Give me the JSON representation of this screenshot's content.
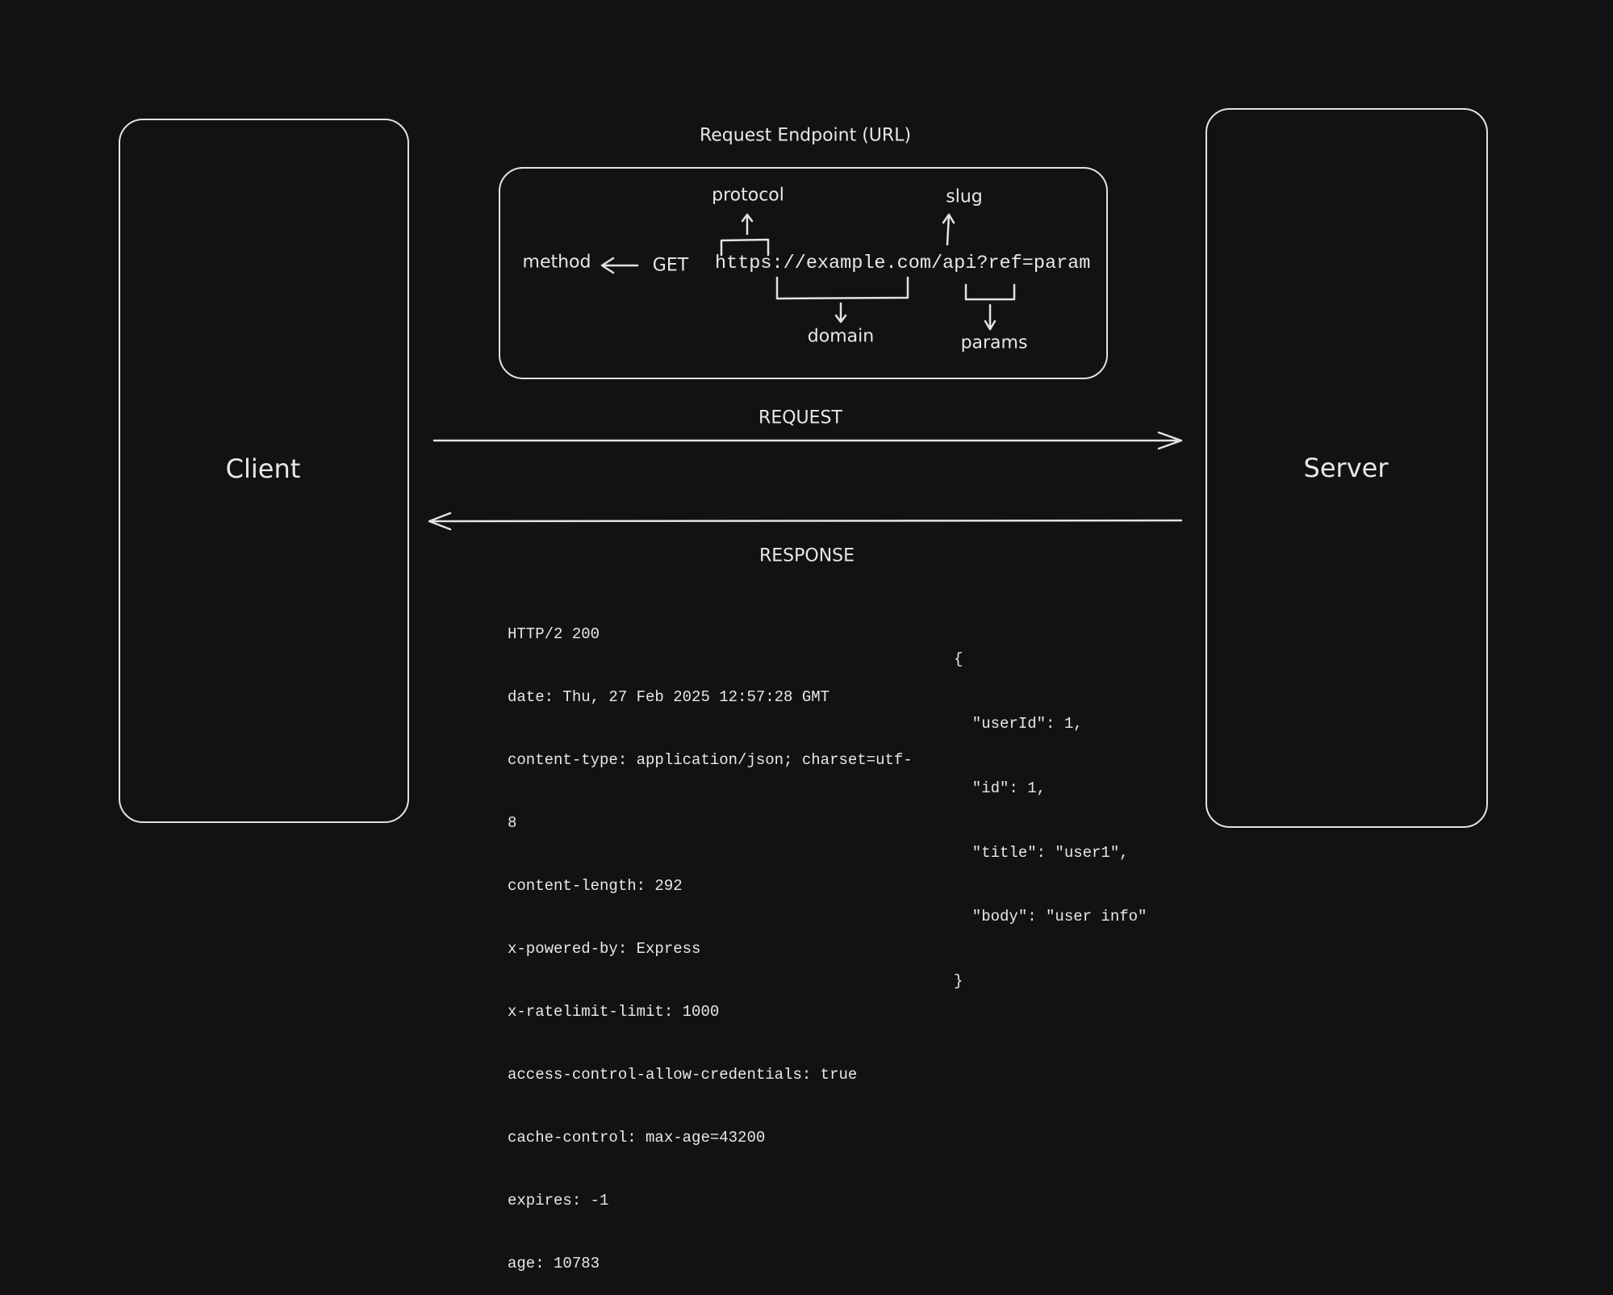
{
  "client": {
    "label": "Client"
  },
  "server": {
    "label": "Server"
  },
  "endpoint": {
    "title": "Request Endpoint (URL)",
    "method_label": "method",
    "method": "GET",
    "url": "https://example.com/api?ref=param",
    "protocol_label": "protocol",
    "slug_label": "slug",
    "domain_label": "domain",
    "params_label": "params"
  },
  "request": {
    "label": "REQUEST"
  },
  "response": {
    "label": "RESPONSE",
    "headers": [
      "HTTP/2 200",
      "date: Thu, 27 Feb 2025 12:57:28 GMT",
      "content-type: application/json; charset=utf-",
      "8",
      "content-length: 292",
      "x-powered-by: Express",
      "x-ratelimit-limit: 1000",
      "access-control-allow-credentials: true",
      "cache-control: max-age=43200",
      "expires: -1",
      "age: 10783"
    ],
    "body": [
      "{",
      "  \"userId\": 1,",
      "  \"id\": 1,",
      "  \"title\": \"user1\",",
      "  \"body\": \"user info\"",
      "}"
    ]
  }
}
